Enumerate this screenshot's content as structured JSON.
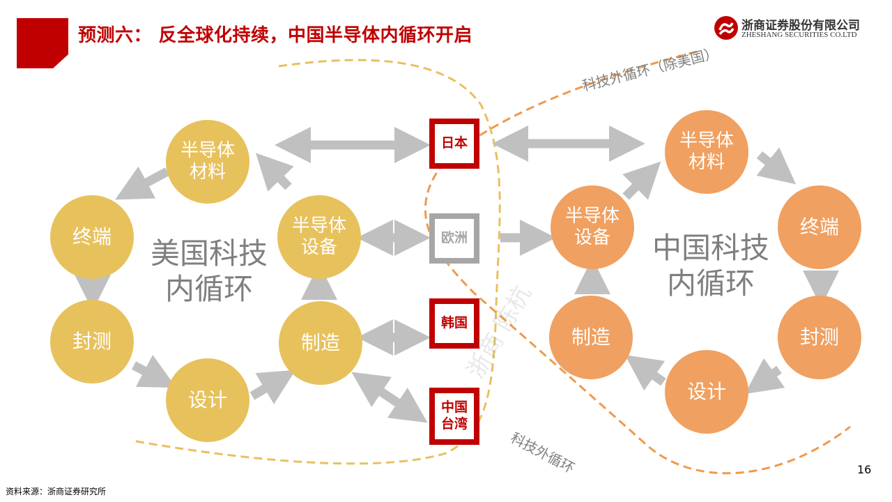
{
  "header": {
    "title": "预测六：  反全球化持续，中国半导体内循环开启",
    "logo_cn": "浙商证券股份有限公司",
    "logo_en": "ZHESHANG SECURITIES CO.LTD"
  },
  "us_loop": {
    "label_line1": "美国科技",
    "label_line2": "内循环",
    "nodes": {
      "materials": "半导体\n材料",
      "terminal": "终端",
      "packaging": "封测",
      "design": "设计",
      "manufacturing": "制造",
      "equipment": "半导体\n设备"
    }
  },
  "cn_loop": {
    "label_line1": "中国科技",
    "label_line2": "内循环",
    "nodes": {
      "materials": "半导体\n材料",
      "equipment": "半导体\n设备",
      "terminal": "终端",
      "packaging": "封测",
      "manufacturing": "制造",
      "design": "设计"
    }
  },
  "regions": {
    "japan": "日本",
    "europe": "欧洲",
    "korea": "韩国",
    "taiwan": "中国\n台湾"
  },
  "loop_labels": {
    "outer_top": "科技外循环（除美国）",
    "outer_bottom": "科技外循环"
  },
  "watermark": "浙商 陈杭",
  "colors": {
    "accent": "#c00000",
    "us_node": "#e7c15c",
    "cn_node": "#f0a060",
    "arrow": "#c0c0c0",
    "us_boundary": "#e8c060",
    "cn_boundary": "#ee9a4c"
  },
  "footer": {
    "source": "资料来源：浙商证券研究所",
    "page": "16"
  }
}
